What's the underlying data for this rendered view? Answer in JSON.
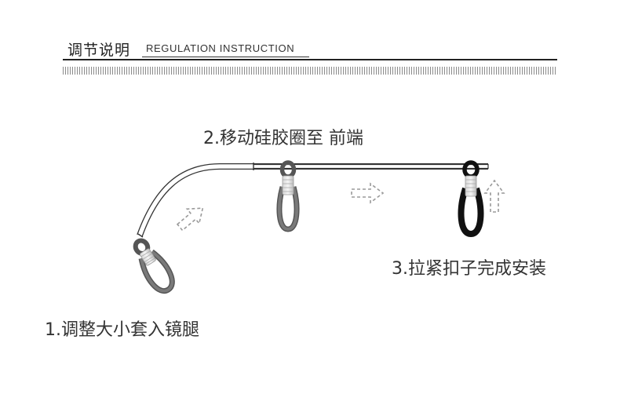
{
  "header": {
    "title_cn": "调节说明",
    "title_en": "REGULATION INSTRUCTION"
  },
  "steps": [
    {
      "label": "1.调整大小套入镜腿"
    },
    {
      "label": "2.移动硅胶圈至 前端"
    },
    {
      "label": "3.拉紧扣子完成安装"
    }
  ],
  "colors": {
    "loop_gray": "#6e6e6e",
    "loop_black": "#111111",
    "arrow_gray": "#9a9a9a",
    "coil_light": "#e6e6e6"
  },
  "icons": [
    "eyeglass-temple",
    "silicone-loop-gray",
    "silicone-loop-black",
    "dashed-arrow-right",
    "dashed-arrow-up"
  ]
}
